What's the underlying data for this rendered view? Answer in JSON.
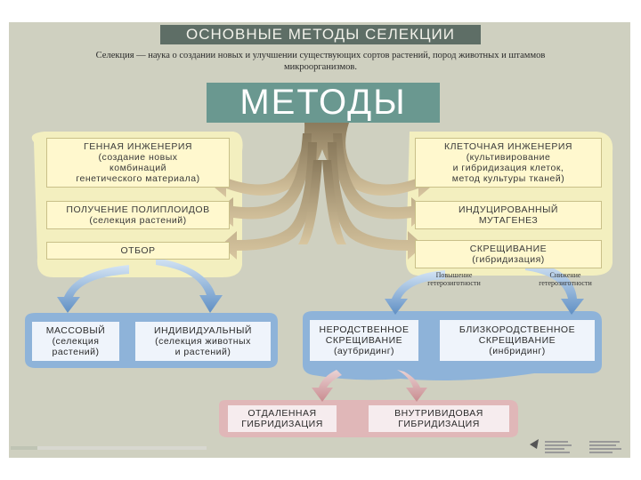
{
  "title": "ОСНОВНЫЕ МЕТОДЫ СЕЛЕКЦИИ",
  "definition": "Селекция — наука о создании новых и улучшении существующих сортов растений, пород животных и штаммов микроорганизмов.",
  "center_label": "МЕТОДЫ",
  "left_methods": [
    {
      "lines": [
        "ГЕННАЯ ИНЖЕНЕРИЯ",
        "(создание новых",
        "комбинаций",
        "генетического материала)"
      ]
    },
    {
      "lines": [
        "ПОЛУЧЕНИЕ ПОЛИПЛОИДОВ",
        "(селекция растений)"
      ]
    },
    {
      "lines": [
        "ОТБОР"
      ]
    }
  ],
  "right_methods": [
    {
      "lines": [
        "КЛЕТОЧНАЯ ИНЖЕНЕРИЯ",
        "(культивирование",
        "и гибридизация клеток,",
        "метод культуры тканей)"
      ]
    },
    {
      "lines": [
        "ИНДУЦИРОВАННЫЙ",
        "МУТАГЕНЕЗ"
      ]
    },
    {
      "lines": [
        "СКРЕЩИВАНИЕ",
        "(гибридизация)"
      ]
    }
  ],
  "heterozygosity_up": [
    "Повышение",
    "гетерозиготности"
  ],
  "heterozygosity_down": [
    "Снижение",
    "гетерозиготности"
  ],
  "selection_types": [
    {
      "lines": [
        "МАССОВЫЙ",
        "(селекция",
        "растений)"
      ]
    },
    {
      "lines": [
        "ИНДИВИДУАЛЬНЫЙ",
        "(селекция животных",
        "и растений)"
      ]
    }
  ],
  "crossing_types": [
    {
      "lines": [
        "НЕРОДСТВЕННОЕ",
        "СКРЕЩИВАНИЕ",
        "(аутбридинг)"
      ]
    },
    {
      "lines": [
        "БЛИЗКОРОДСТВЕННОЕ",
        "СКРЕЩИВАНИЕ",
        "(инбридинг)"
      ]
    }
  ],
  "hybridization_types": [
    {
      "lines": [
        "ОТДАЛЕННАЯ",
        "ГИБРИДИЗАЦИЯ"
      ]
    },
    {
      "lines": [
        "ВНУТРИВИДОВАЯ",
        "ГИБРИДИЗАЦИЯ"
      ]
    }
  ],
  "colors": {
    "poster_bg": "#cfd0c0",
    "title_bg": "#5e6e66",
    "center_bg": "#6a9890",
    "yellow_panel": "#f3efbf",
    "blue_panel": "#8eb3d9",
    "pink_panel": "#e0b7b8",
    "arrow_brown": "#b79f78"
  }
}
